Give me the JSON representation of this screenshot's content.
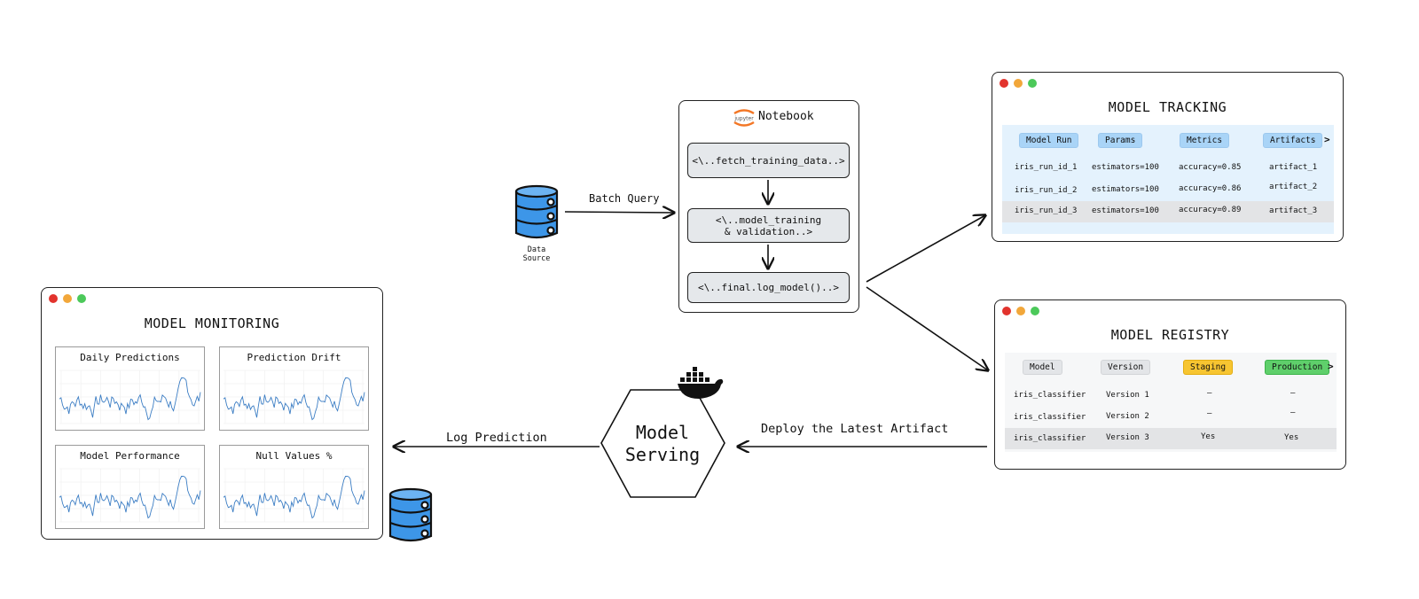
{
  "data_source": {
    "line1": "Data",
    "line2": "Source"
  },
  "batch_query": "Batch Query",
  "notebook": {
    "logo_text": "jupyter",
    "title": "Notebook",
    "steps": [
      "<\\..fetch_training_data..>",
      "<\\..model_training",
      "& validation..>",
      "<\\..final.log_model()..>"
    ]
  },
  "tracking": {
    "title": "MODEL TRACKING",
    "headers": [
      "Model Run",
      "Params",
      "Metrics",
      "Artifacts"
    ],
    "more": ">",
    "rows": [
      [
        "iris_run_id_1",
        "estimators=100",
        "accuracy=0.85",
        "artifact_1"
      ],
      [
        "iris_run_id_2",
        "estimators=100",
        "accuracy=0.86",
        "artifact_2"
      ],
      [
        "iris_run_id_3",
        "estimators=100",
        "accuracy=0.89",
        "artifact_3"
      ]
    ]
  },
  "registry": {
    "title": "MODEL REGISTRY",
    "headers": [
      "Model",
      "Version",
      "Staging",
      "Production"
    ],
    "more": ">",
    "rows": [
      [
        "iris_classifier",
        "Version 1",
        "–",
        "–"
      ],
      [
        "iris_classifier",
        "Version 2",
        "–",
        "–"
      ],
      [
        "iris_classifier",
        "Version 3",
        "Yes",
        "Yes"
      ]
    ]
  },
  "serving": {
    "line1": "Model",
    "line2": "Serving"
  },
  "deploy_label": "Deploy the Latest Artifact",
  "log_label": "Log Prediction",
  "monitoring": {
    "title": "MODEL MONITORING",
    "charts": [
      "Daily Predictions",
      "Prediction Drift",
      "Model Performance",
      "Null Values %"
    ]
  },
  "colors": {
    "db": "#3d96e8",
    "line": "#3b7dc4"
  },
  "icons": {
    "database": "database-icon",
    "docker": "docker-icon",
    "jupyter": "jupyter-logo-icon"
  }
}
